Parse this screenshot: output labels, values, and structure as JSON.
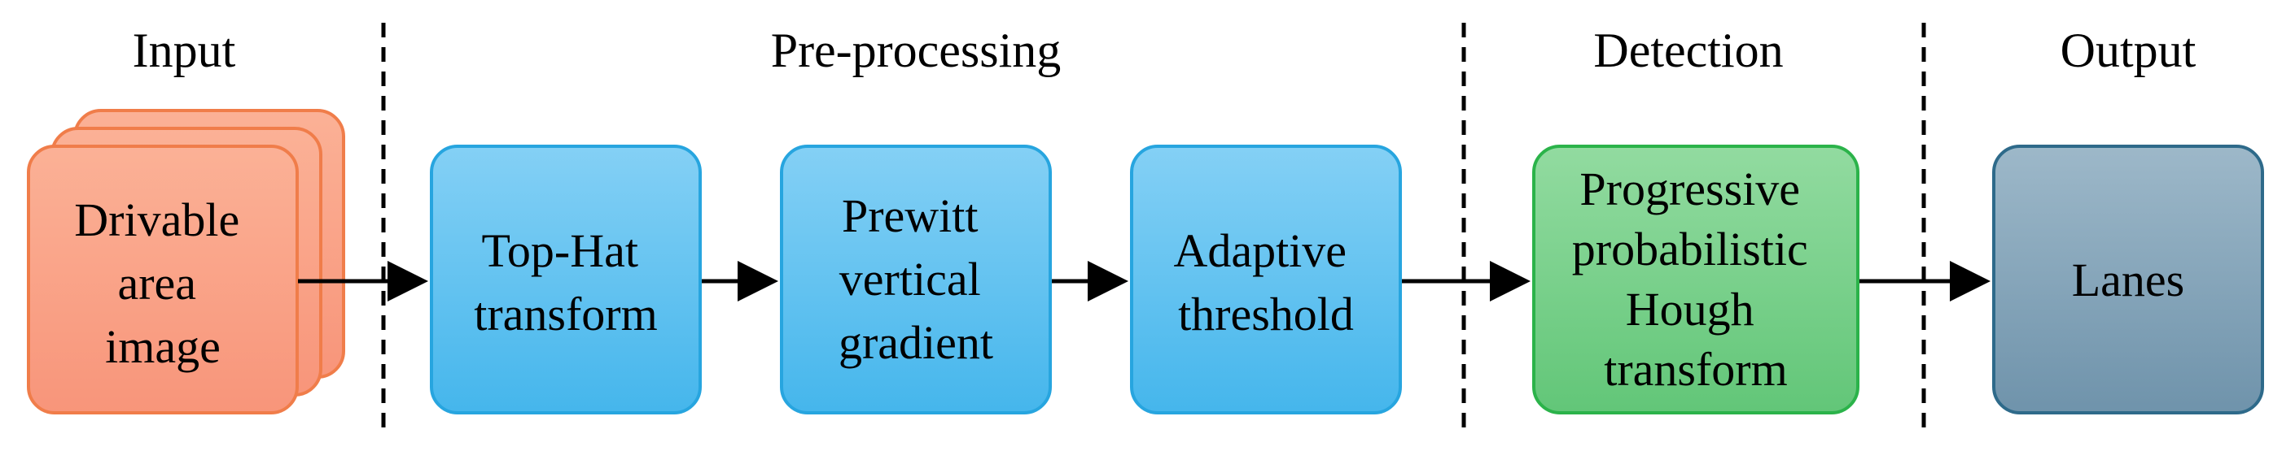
{
  "sections": [
    {
      "key": "input",
      "title": "Input"
    },
    {
      "key": "preprocessing",
      "title": "Pre-processing"
    },
    {
      "key": "detection",
      "title": "Detection"
    },
    {
      "key": "output",
      "title": "Output"
    }
  ],
  "blocks": [
    {
      "key": "input-image",
      "lines": [
        "Drivable",
        "area",
        "image"
      ],
      "fill": "#f9a48a",
      "stroke": "#f07d4a"
    },
    {
      "key": "top-hat",
      "lines": [
        "Top-Hat",
        "transform"
      ],
      "fill": "#5fc0ef",
      "stroke": "#27a5df"
    },
    {
      "key": "prewitt",
      "lines": [
        "Prewitt",
        "vertical",
        "gradient"
      ],
      "fill": "#5fc0ef",
      "stroke": "#27a5df"
    },
    {
      "key": "adaptive-threshold",
      "lines": [
        "Adaptive",
        "threshold"
      ],
      "fill": "#5fc0ef",
      "stroke": "#27a5df"
    },
    {
      "key": "hough",
      "lines": [
        "Progressive",
        "probabilistic",
        "Hough",
        "transform"
      ],
      "fill": "#7fd38f",
      "stroke": "#2bb34a"
    },
    {
      "key": "lanes",
      "lines": [
        "Lanes"
      ],
      "fill": "#7f9fb5",
      "stroke": "#2e6a8a"
    }
  ],
  "colors": {
    "text": "#111111",
    "arrow": "#000000",
    "divider": "#000000"
  }
}
